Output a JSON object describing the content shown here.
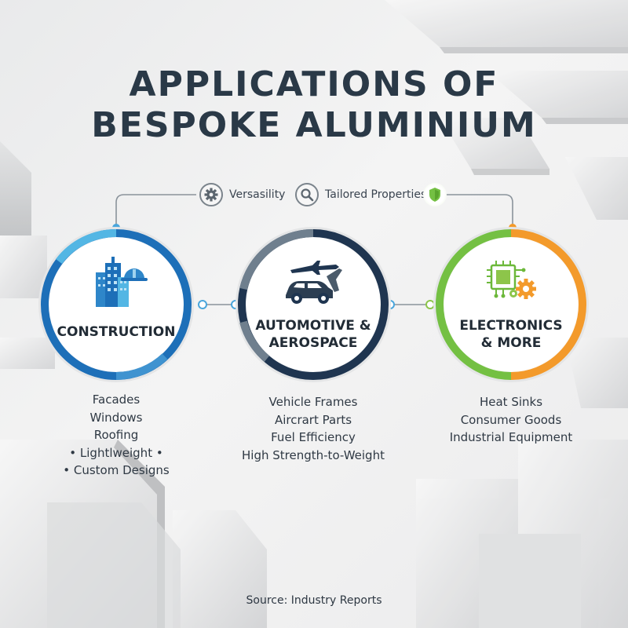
{
  "title": {
    "line1": "APPLICATIONS OF",
    "line2": "BESPOKE ALUMINIUM"
  },
  "features": [
    {
      "label": "Versasility",
      "icon": "gear-icon"
    },
    {
      "label": "Tailored Properties",
      "icon": "magnifier-icon"
    },
    {
      "label": "",
      "icon": "shield-icon"
    }
  ],
  "sectors": [
    {
      "label_line1": "CONSTRUCTION",
      "label_line2": "",
      "icon": "buildings-hardhat-icon",
      "ring_colors": [
        "#1d6fb8",
        "#53b6e4"
      ],
      "items": [
        "Facades",
        "Windows",
        "Roofing",
        "• Lightlweight •",
        "• Custom Designs"
      ]
    },
    {
      "label_line1": "AUTOMOTIVE &",
      "label_line2": "AEROSPACE",
      "icon": "car-plane-icon",
      "ring_colors": [
        "#1f3550",
        "#6f7f8e"
      ],
      "items": [
        "Vehicle Frames",
        "Aircrart Parts",
        "Fuel Efficiency",
        "High Strength-to-Weight"
      ]
    },
    {
      "label_line1": "ELECTRONICS",
      "label_line2": "& MORE",
      "icon": "circuit-gear-icon",
      "ring_colors": [
        "#74c043",
        "#f39a2b"
      ],
      "items": [
        "Heat Sinks",
        "Consumer Goods",
        "Industrial Equipment"
      ]
    }
  ],
  "source": "Source: Industry Reports"
}
